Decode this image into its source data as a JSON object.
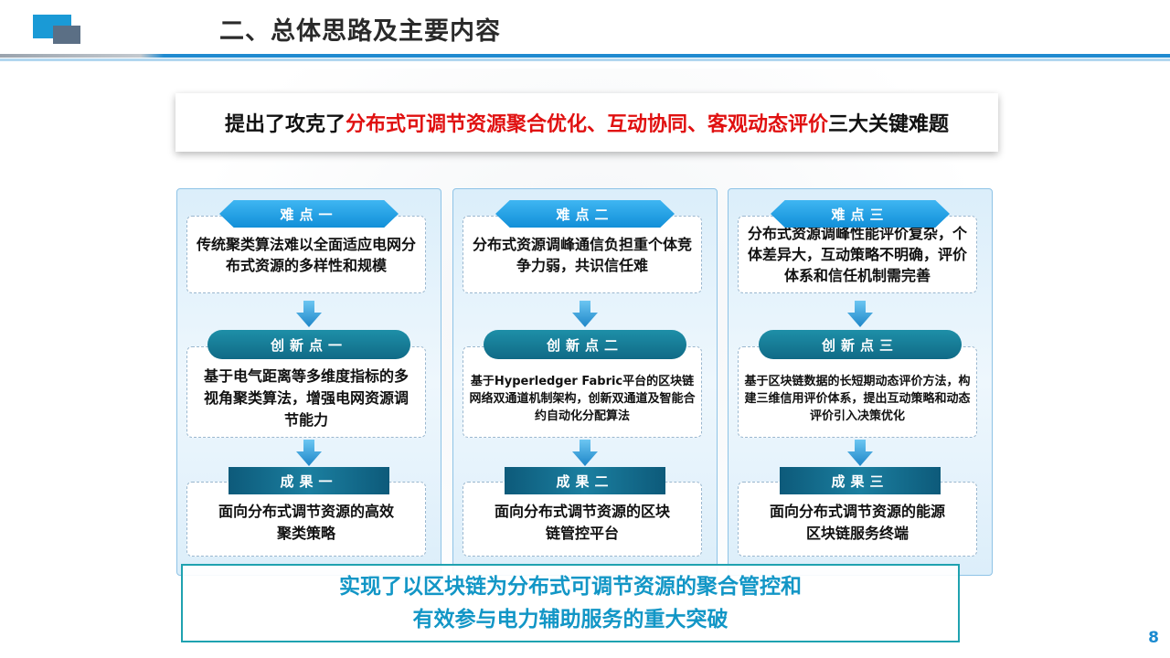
{
  "header": {
    "title": "二、总体思路及主要内容"
  },
  "banner": {
    "prefix": "提出了攻克了",
    "highlight": "分布式可调节资源聚合优化、互动协同、客观动态评价",
    "suffix": "三大关键难题",
    "highlight_color": "#e01010"
  },
  "columns": [
    {
      "difficulty_label": "难点一",
      "difficulty_text": "传统聚类算法难以全面适应电网分布式资源的多样性和规模",
      "innovation_label": "创新点一",
      "innovation_text": "基于电气距离等多维度指标的多视角聚类算法，增强电网资源调节能力",
      "result_label": "成果一",
      "result_text": "面向分布式调节资源的高效聚类策略"
    },
    {
      "difficulty_label": "难点二",
      "difficulty_text": "分布式资源调峰通信负担重个体竞争力弱，共识信任难",
      "innovation_label": "创新点二",
      "innovation_text": "基于Hyperledger Fabric平台的区块链网络双通道机制架构，创新双通道及智能合约自动化分配算法",
      "result_label": "成果二",
      "result_text": "面向分布式调节资源的区块链管控平台"
    },
    {
      "difficulty_label": "难点三",
      "difficulty_text": "分布式资源调峰性能评价复杂，个体差异大，互动策略不明确，评价体系和信任机制需完善",
      "innovation_label": "创新点三",
      "innovation_text": "基于区块链数据的长短期动态评价方法，构建三维信用评价体系，提出互动策略和动态评价引入决策优化",
      "result_label": "成果三",
      "result_text": "面向分布式调节资源的能源区块链服务终端"
    }
  ],
  "conclusion": {
    "line1": "实现了以区块链为分布式可调节资源的聚合管控和",
    "line2": "有效参与电力辅助服务的重大突破"
  },
  "page_number": "8",
  "colors": {
    "accent": "#1f8ad0",
    "teal": "#1296c6",
    "red": "#e01010"
  }
}
